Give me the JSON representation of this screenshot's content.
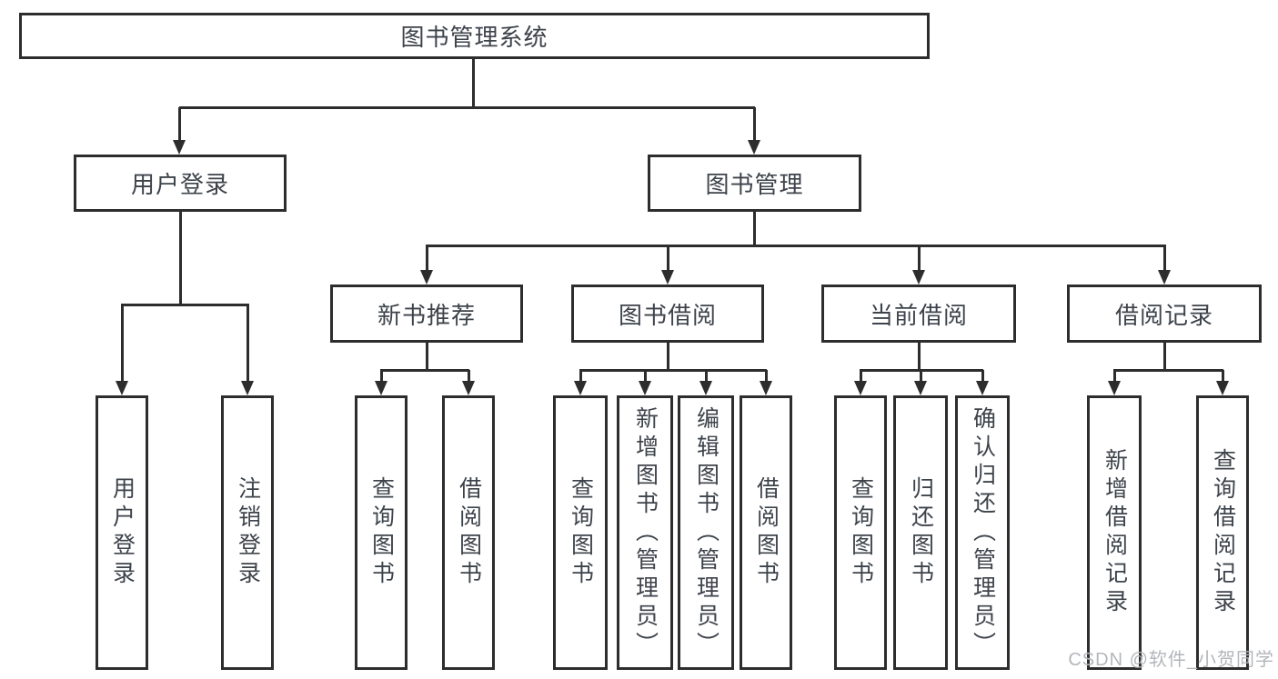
{
  "diagram": {
    "root": {
      "label": "图书管理系统",
      "children": [
        {
          "label": "用户登录",
          "children": [
            {
              "label": "用户登录"
            },
            {
              "label": "注销登录"
            }
          ]
        },
        {
          "label": "图书管理",
          "children": [
            {
              "label": "新书推荐",
              "children": [
                {
                  "label": "查询图书"
                },
                {
                  "label": "借阅图书"
                }
              ]
            },
            {
              "label": "图书借阅",
              "children": [
                {
                  "label": "查询图书"
                },
                {
                  "label": "新增图书（管理员）"
                },
                {
                  "label": "编辑图书（管理员）"
                },
                {
                  "label": "借阅图书"
                }
              ]
            },
            {
              "label": "当前借阅",
              "children": [
                {
                  "label": "查询图书"
                },
                {
                  "label": "归还图书"
                },
                {
                  "label": "确认归还（管理员）"
                }
              ]
            },
            {
              "label": "借阅记录",
              "children": [
                {
                  "label": "新增借阅记录"
                },
                {
                  "label": "查询借阅记录"
                }
              ]
            }
          ]
        }
      ]
    },
    "line_color": "#2d2d2d",
    "text_color": "#3d434b",
    "watermark": "CSDN @软件_小贺同学"
  }
}
